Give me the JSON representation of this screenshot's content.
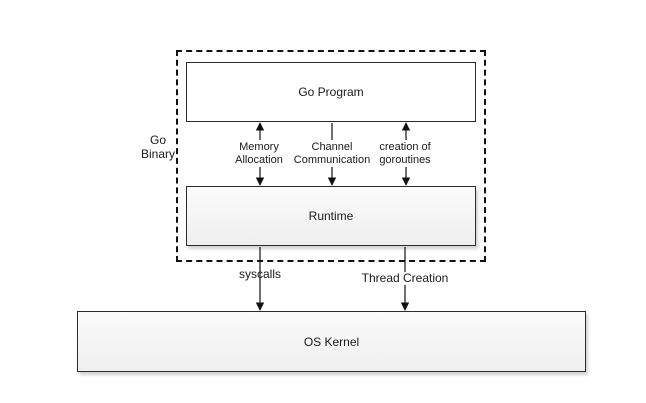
{
  "diagram": {
    "binary_label": "Go\nBinary",
    "go_program_label": "Go Program",
    "runtime_label": "Runtime",
    "kernel_label": "OS Kernel",
    "edges": {
      "memory_allocation": "Memory\nAllocation",
      "channel_communication": "Channel\nCommunication",
      "creation_of_goroutines": "creation of\ngoroutines",
      "syscalls": "syscalls",
      "thread_creation": "Thread Creation"
    }
  }
}
